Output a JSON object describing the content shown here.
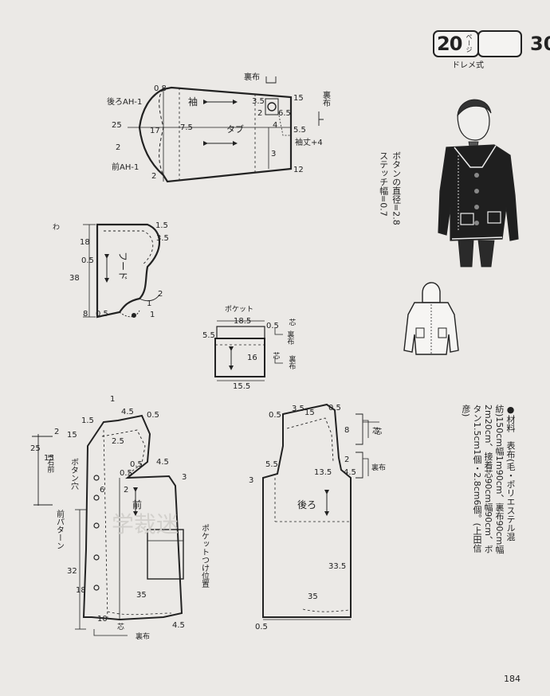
{
  "header": {
    "ref_page": "20",
    "ref_page_word": "ページ",
    "pattern_no": "30",
    "style": "ドレメ式"
  },
  "sleeve": {
    "name": "袖",
    "tab": "タブ",
    "lining": "裏布",
    "back_ah": "後ろAH-1",
    "front_ah": "前AH-1",
    "cuff_note": "袖丈+4",
    "d08": "0.8",
    "d25": "25",
    "d2a": "2",
    "d2b": "2",
    "d17": "17",
    "d75": "7.5",
    "d35": "3.5",
    "d2c": "2",
    "d65": "6.5",
    "d4": "4",
    "d55": "5.5",
    "d15": "15",
    "d3": "3",
    "d12": "12"
  },
  "hood": {
    "name": "フード",
    "grain": "わ",
    "d15": "1.5",
    "d35": "3.5",
    "d18": "18",
    "d05a": "0.5",
    "d38": "38",
    "d8": "8",
    "d05b": "0.5",
    "d2": "2",
    "d1a": "1",
    "d1b": "1"
  },
  "pocket": {
    "name": "ポケット",
    "d185": "18.5",
    "d55": "5.5",
    "d05": "0.5",
    "d16": "16",
    "d155": "15.5",
    "interlining": "芯",
    "lining": "裏布"
  },
  "front": {
    "name": "前",
    "pocket_position": "ポケットつけ位置",
    "buttonhole": "ボタン穴",
    "front_pattern": "前パターン",
    "right_front": "1右前",
    "interlining": "芯",
    "lining": "裏布",
    "d1": "1",
    "d45a": "4.5",
    "d05a": "0.5",
    "d15": "15",
    "d25": "2.5",
    "d15v": "1.5",
    "d2a": "2",
    "d15b": "15",
    "d25b": "25",
    "d05b": "0.5",
    "d45b": "4.5",
    "d3": "3",
    "d2b": "2",
    "d6": "6",
    "d05c": "0.5",
    "d32": "32",
    "d18": "18",
    "d35": "35",
    "d10": "10",
    "d45c": "4.5"
  },
  "back": {
    "name": "後ろ",
    "interlining": "芯",
    "lining": "裏布",
    "d05a": "0.5",
    "d35": "3.5",
    "d15": "15",
    "d05b": "0.5",
    "d8": "8",
    "d55": "5.5",
    "d3": "3",
    "d135": "13.5",
    "d45": "4.5",
    "d2": "2",
    "d335": "33.5",
    "d35b": "35",
    "d05c": "0.5"
  },
  "notes": {
    "button_note": "ボタンの直径=2.8",
    "stitch_note": "ステッチ幅=0.7",
    "materials": "●材料　表布(毛・ポリエステル混紡)150cm幅1m90cm、裏布90cm幅2m20cm、接着芯90cm幅90cm、ボタン1.5cm1個・2.8cm6個。(上田信彦)"
  },
  "watermark": "学裁迷",
  "page_number": "184"
}
